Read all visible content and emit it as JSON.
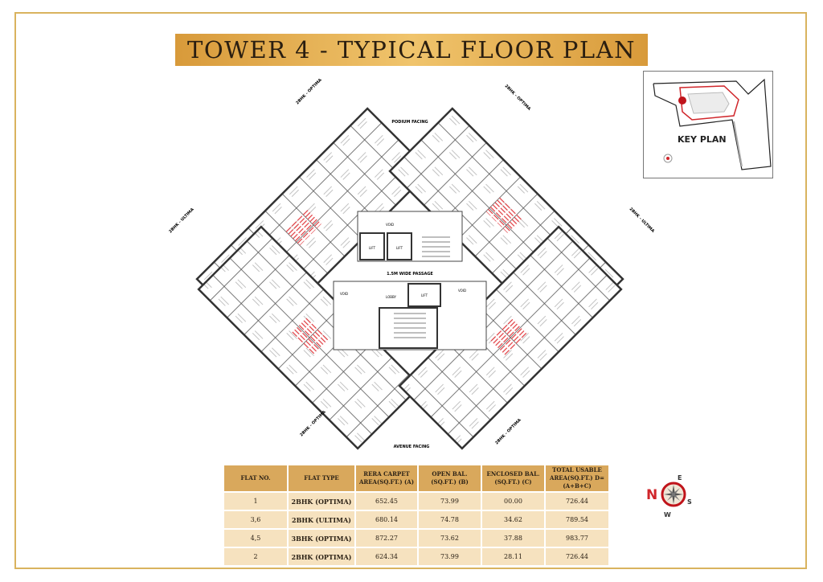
{
  "title": "TOWER 4 - TYPICAL FLOOR PLAN",
  "key_plan": {
    "label": "KEY PLAN"
  },
  "plan_labels": {
    "podium_facing": "PODIUM FACING",
    "avenue_facing": "AVENUE FACING",
    "passage": "1.5M WIDE PASSAGE",
    "lobby": "LOBBY",
    "lift": "LIFT",
    "void": "VOID",
    "wing_top_left": "2BHK - OPTIMA",
    "wing_top_right": "2BHK - OPTIMA",
    "wing_left": "2BHK - ULTIMA",
    "wing_right": "2BHK - ULTIMA",
    "wing_bottom_left": "2BHK - OPTIMA",
    "wing_bottom_right": "2BHK - OPTIMA"
  },
  "table": {
    "headers": [
      "FLAT NO.",
      "FLAT TYPE",
      "RERA CARPET AREA(SQ.FT.) (A)",
      "OPEN BAL.(SQ.FT.) (B)",
      "ENCLOSED BAL.(SQ.FT.) (C)",
      "TOTAL USABLE AREA(SQ.FT.) D= (A+B+C)"
    ],
    "rows": [
      [
        "1",
        "2BHK (OPTIMA)",
        "652.45",
        "73.99",
        "00.00",
        "726.44"
      ],
      [
        "3,6",
        "2BHK (ULTIMA)",
        "680.14",
        "74.78",
        "34.62",
        "789.54"
      ],
      [
        "4,5",
        "3BHK (OPTIMA)",
        "872.27",
        "73.62",
        "37.88",
        "983.77"
      ],
      [
        "2",
        "2BHK (OPTIMA)",
        "624.34",
        "73.99",
        "28.11",
        "726.44"
      ]
    ]
  },
  "compass": {
    "n": "N",
    "e": "E",
    "s": "S",
    "w": "W"
  },
  "colors": {
    "gold": "#d9b35e",
    "banner": "#f0c46c",
    "header": "#d9a85c",
    "cell": "#f6e2bf",
    "red": "#d0262b"
  }
}
